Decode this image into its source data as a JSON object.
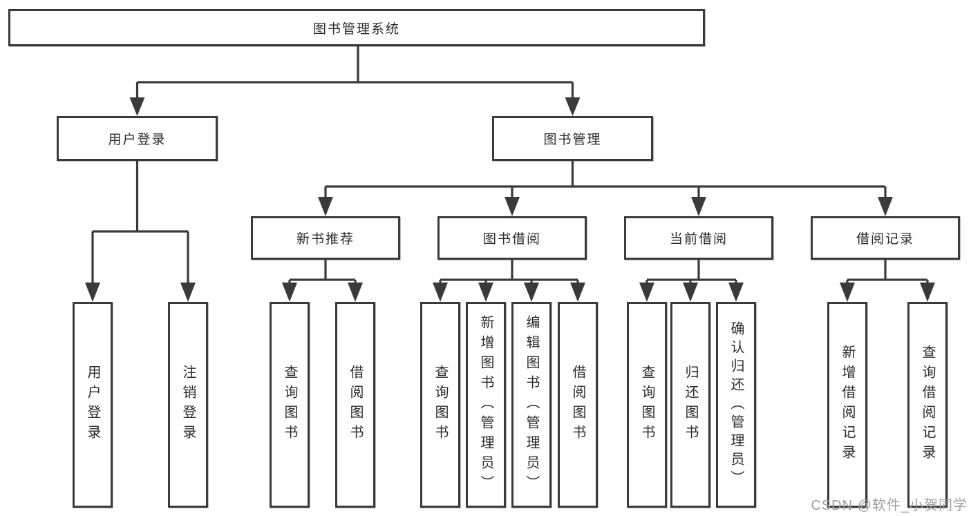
{
  "diagram": {
    "root": "图书管理系统",
    "level2": {
      "user_login": "用户登录",
      "book_management": "图书管理"
    },
    "level3": {
      "new_book_recommend": "新书推荐",
      "book_borrow": "图书借阅",
      "current_borrow": "当前借阅",
      "borrow_records": "借阅记录"
    },
    "leaves": {
      "login": [
        "用户登录",
        "注销登录"
      ],
      "recommend": [
        "查询图书",
        "借阅图书"
      ],
      "borrow": [
        "查询图书",
        "新增图书（管理员）",
        "编辑图书（管理员）",
        "借阅图书"
      ],
      "current": [
        "查询图书",
        "归还图书",
        "确认归还（管理员）"
      ],
      "records": [
        "新增借阅记录",
        "查询借阅记录"
      ]
    }
  },
  "watermark": "CSDN @软件_小贺同学",
  "colors": {
    "line": "#3a3a3a",
    "text": "#2b2b2b",
    "background": "#ffffff",
    "watermark": "#9e9e9e"
  }
}
